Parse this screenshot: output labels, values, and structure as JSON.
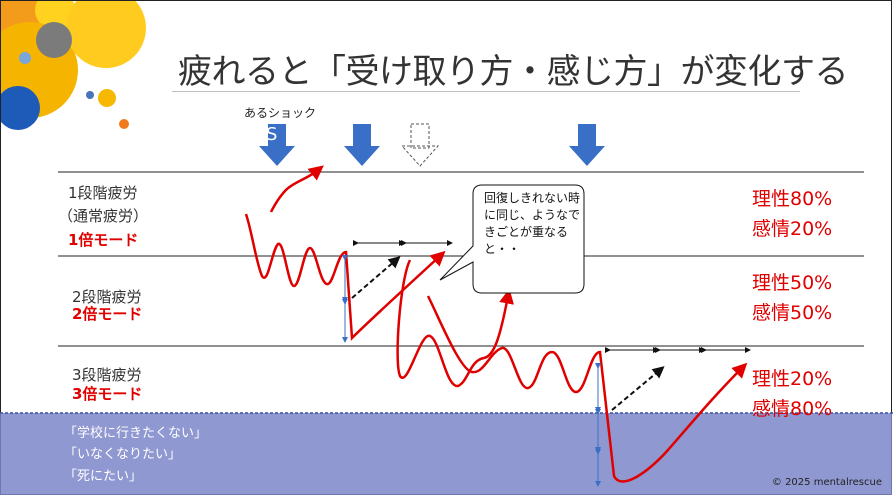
{
  "slide": {
    "title": "疲れると「受け取り方・感じ方」が変化する",
    "shock_label": "あるショック",
    "shock_marker": "S",
    "levels": [
      {
        "name": "1段階疲労",
        "sub": "（通常疲労）",
        "mode": "1倍モード",
        "ratio_reason": "理性80%",
        "ratio_emotion": "感情20%"
      },
      {
        "name": "2段階疲労",
        "sub": "",
        "mode": "2倍モード",
        "ratio_reason": "理性50%",
        "ratio_emotion": "感情50%"
      },
      {
        "name": "3段階疲労",
        "sub": "",
        "mode": "3倍モード",
        "ratio_reason": "理性20%",
        "ratio_emotion": "感情80%"
      }
    ],
    "bubble": "回復しきれない時に同じ、ようなできごとが重なると・・",
    "quotes": [
      "「学校に行きたくない」",
      "「いなくなりたい」",
      "「死にたい」"
    ],
    "copyright": "© 2025 mentalrescue",
    "colors": {
      "accent_red": "#e00000",
      "arrow_blue": "#3a6fc8",
      "band": "#7b86c9"
    }
  }
}
